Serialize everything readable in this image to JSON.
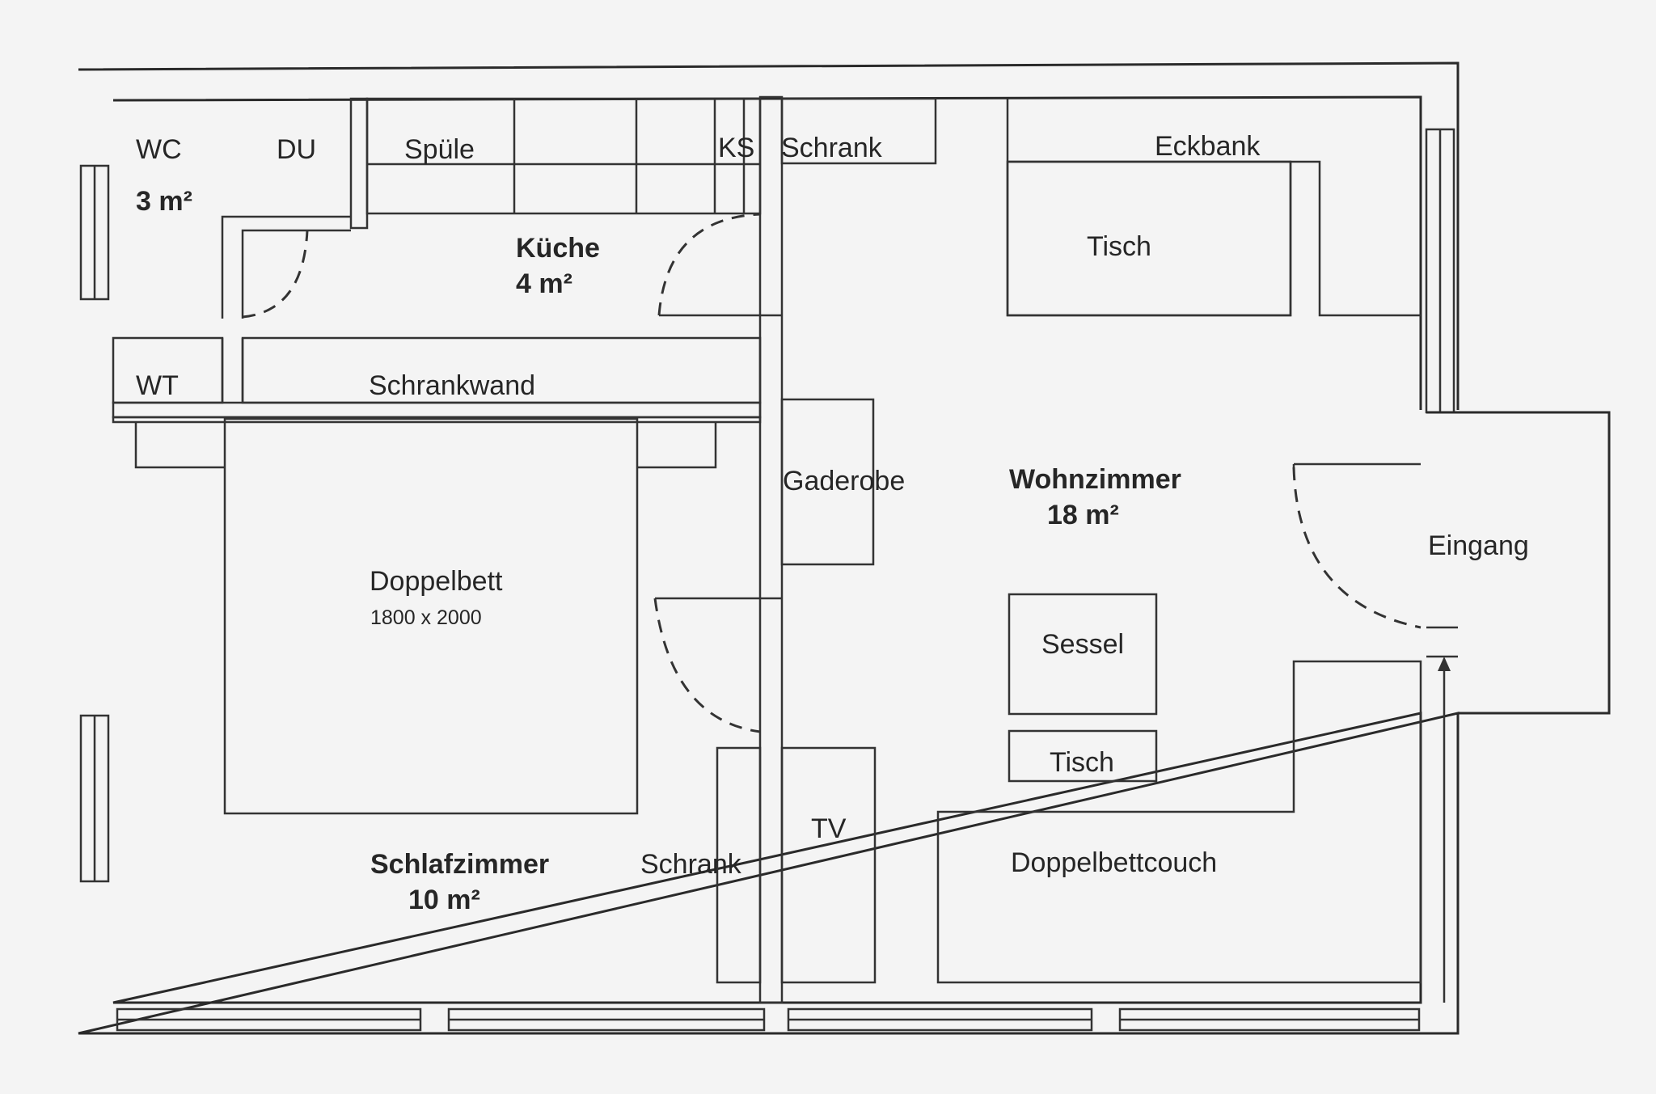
{
  "rooms": {
    "wc": {
      "label": "WC",
      "area": "3 m²"
    },
    "du": {
      "label": "DU"
    },
    "wt": {
      "label": "WT"
    },
    "kueche": {
      "label": "Küche",
      "area": "4 m²"
    },
    "schlafzimmer": {
      "label": "Schlafzimmer",
      "area": "10 m²"
    },
    "wohnzimmer": {
      "label": "Wohnzimmer",
      "area": "18 m²"
    },
    "eingang": {
      "label": "Eingang"
    }
  },
  "furniture": {
    "spuele": "Spüle",
    "ks": "KS",
    "schrank_top": "Schrank",
    "eckbank": "Eckbank",
    "tisch_dining": "Tisch",
    "schrankwand": "Schrankwand",
    "gaderobe": "Gaderobe",
    "doppelbett": "Doppelbett",
    "doppelbett_size": "1800 x 2000",
    "sessel": "Sessel",
    "tisch_small": "Tisch",
    "tv": "TV",
    "schrank_bedroom": "Schrank",
    "doppelbettcouch": "Doppelbettcouch"
  }
}
